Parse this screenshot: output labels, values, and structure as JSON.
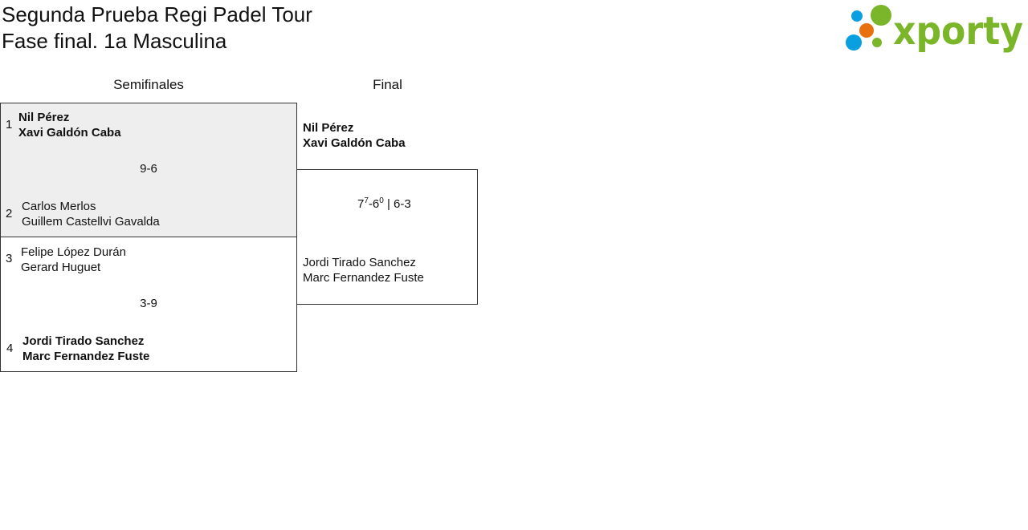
{
  "header": {
    "title_line1": "Segunda Prueba Regi Padel Tour",
    "title_line2": "Fase final. 1a Masculina",
    "logo_text": "xporty",
    "logo_colors": {
      "green": "#7ab52a",
      "blue": "#0a9fe0",
      "orange": "#e8700f"
    }
  },
  "rounds": {
    "semifinals_label": "Semifinales",
    "final_label": "Final"
  },
  "semifinals": [
    {
      "top": {
        "seed": "1",
        "player1": "Nil Pérez",
        "player2": "Xavi Galdón Caba",
        "winner": true
      },
      "score": "9-6",
      "bottom": {
        "seed": "2",
        "player1": "Carlos Merlos",
        "player2": "Guillem Castellvi Gavalda",
        "winner": false
      },
      "highlight_color": "#eeeeee"
    },
    {
      "top": {
        "seed": "3",
        "player1": "Felipe López Durán",
        "player2": "Gerard Huguet",
        "winner": false
      },
      "score": "3-9",
      "bottom": {
        "seed": "4",
        "player1": "Jordi Tirado Sanchez",
        "player2": "Marc Fernandez Fuste",
        "winner": true
      }
    }
  ],
  "final": {
    "top": {
      "player1": "Nil Pérez",
      "player2": "Xavi Galdón Caba",
      "winner": true
    },
    "score": {
      "set1_games_a": "7",
      "set1_tb_a": "7",
      "set1_games_b": "6",
      "set1_tb_b": "0",
      "set2": "6-3"
    },
    "bottom": {
      "player1": "Jordi Tirado Sanchez",
      "player2": "Marc Fernandez Fuste",
      "winner": false
    }
  }
}
